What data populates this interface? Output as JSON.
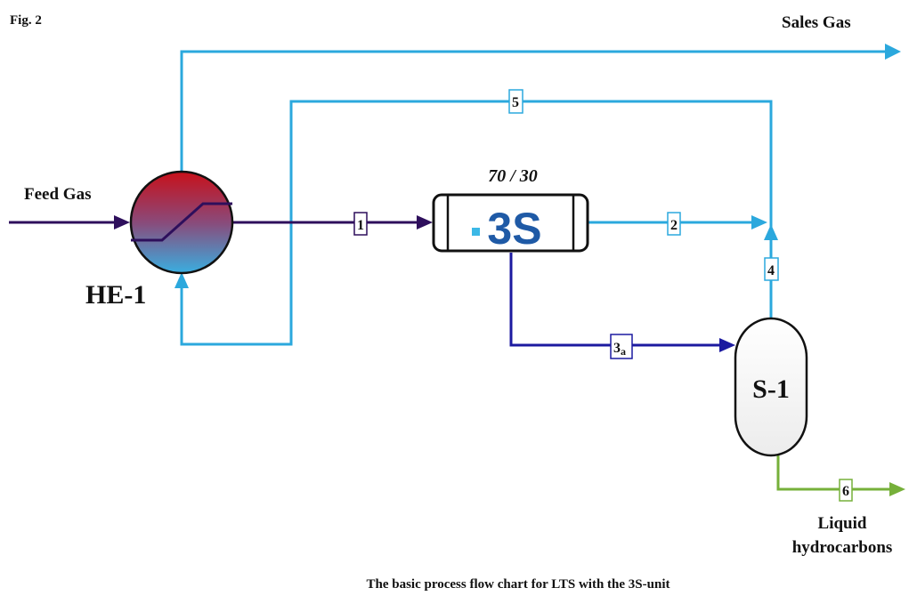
{
  "figure_label": "Fig. 2",
  "caption": "The basic process flow chart for LTS with the 3S-unit",
  "units": {
    "heat_exchanger": "HE-1",
    "separator_3s_logo": "3S",
    "separator_3s_ratio": "70 / 30",
    "separator": "S-1"
  },
  "streams": {
    "feed_gas": "Feed Gas",
    "sales_gas": "Sales Gas",
    "liquid_line1": "Liquid",
    "liquid_line2": "hydrocarbons"
  },
  "stream_numbers": {
    "s1": "1",
    "s2": "2",
    "s3a_main": "3",
    "s3a_sub": "a",
    "s4": "4",
    "s5": "5",
    "s6": "6"
  },
  "colors": {
    "feed_line": "#2e0f5c",
    "gas_line": "#2ba8dd",
    "liquid_3s": "#1c1aa0",
    "liquid_out": "#76b03a",
    "he_top": "#c8101a",
    "he_bottom": "#3aaee0",
    "logo_blue": "#1f5aa6",
    "logo_dot": "#3cb8e6"
  }
}
